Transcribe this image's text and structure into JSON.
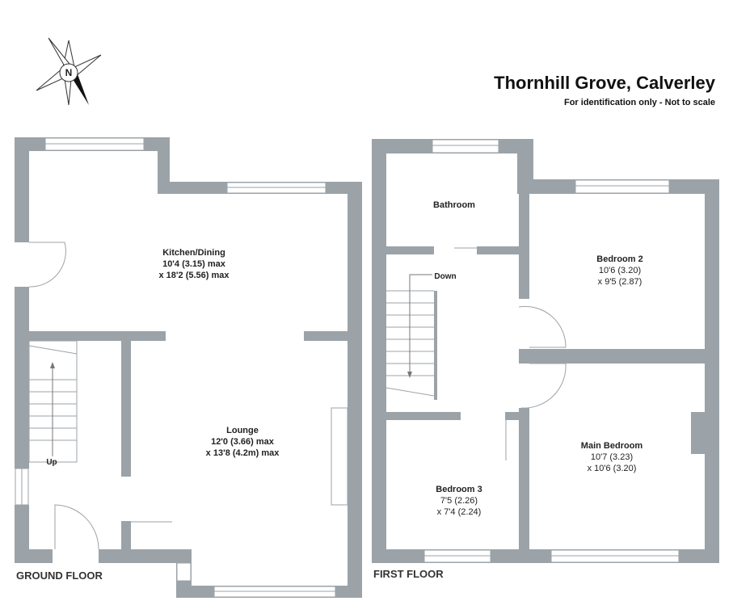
{
  "header": {
    "title": "Thornhill Grove, Calverley",
    "subtitle": "For identification only - Not to scale"
  },
  "compass": {
    "label": "N"
  },
  "ground_floor": {
    "label": "GROUND FLOOR",
    "stairs_label": "Up",
    "rooms": [
      {
        "name": "Kitchen/Dining",
        "dim1": "10'4 (3.15) max",
        "dim2": "x 18'2 (5.56) max"
      },
      {
        "name": "Lounge",
        "dim1": "12'0 (3.66) max",
        "dim2": "x 13'8 (4.2m) max"
      }
    ]
  },
  "first_floor": {
    "label": "FIRST FLOOR",
    "stairs_label": "Down",
    "rooms": [
      {
        "name": "Bathroom"
      },
      {
        "name": "Bedroom 2",
        "dim1": "10'6 (3.20)",
        "dim2": "x 9'5 (2.87)"
      },
      {
        "name": "Main Bedroom",
        "dim1": "10'7 (3.23)",
        "dim2": "x 10'6 (3.20)"
      },
      {
        "name": "Bedroom 3",
        "dim1": "7'5 (2.26)",
        "dim2": "x 7'4 (2.24)"
      }
    ]
  },
  "colors": {
    "wall": "#9ba3a8",
    "text": "#222222"
  }
}
